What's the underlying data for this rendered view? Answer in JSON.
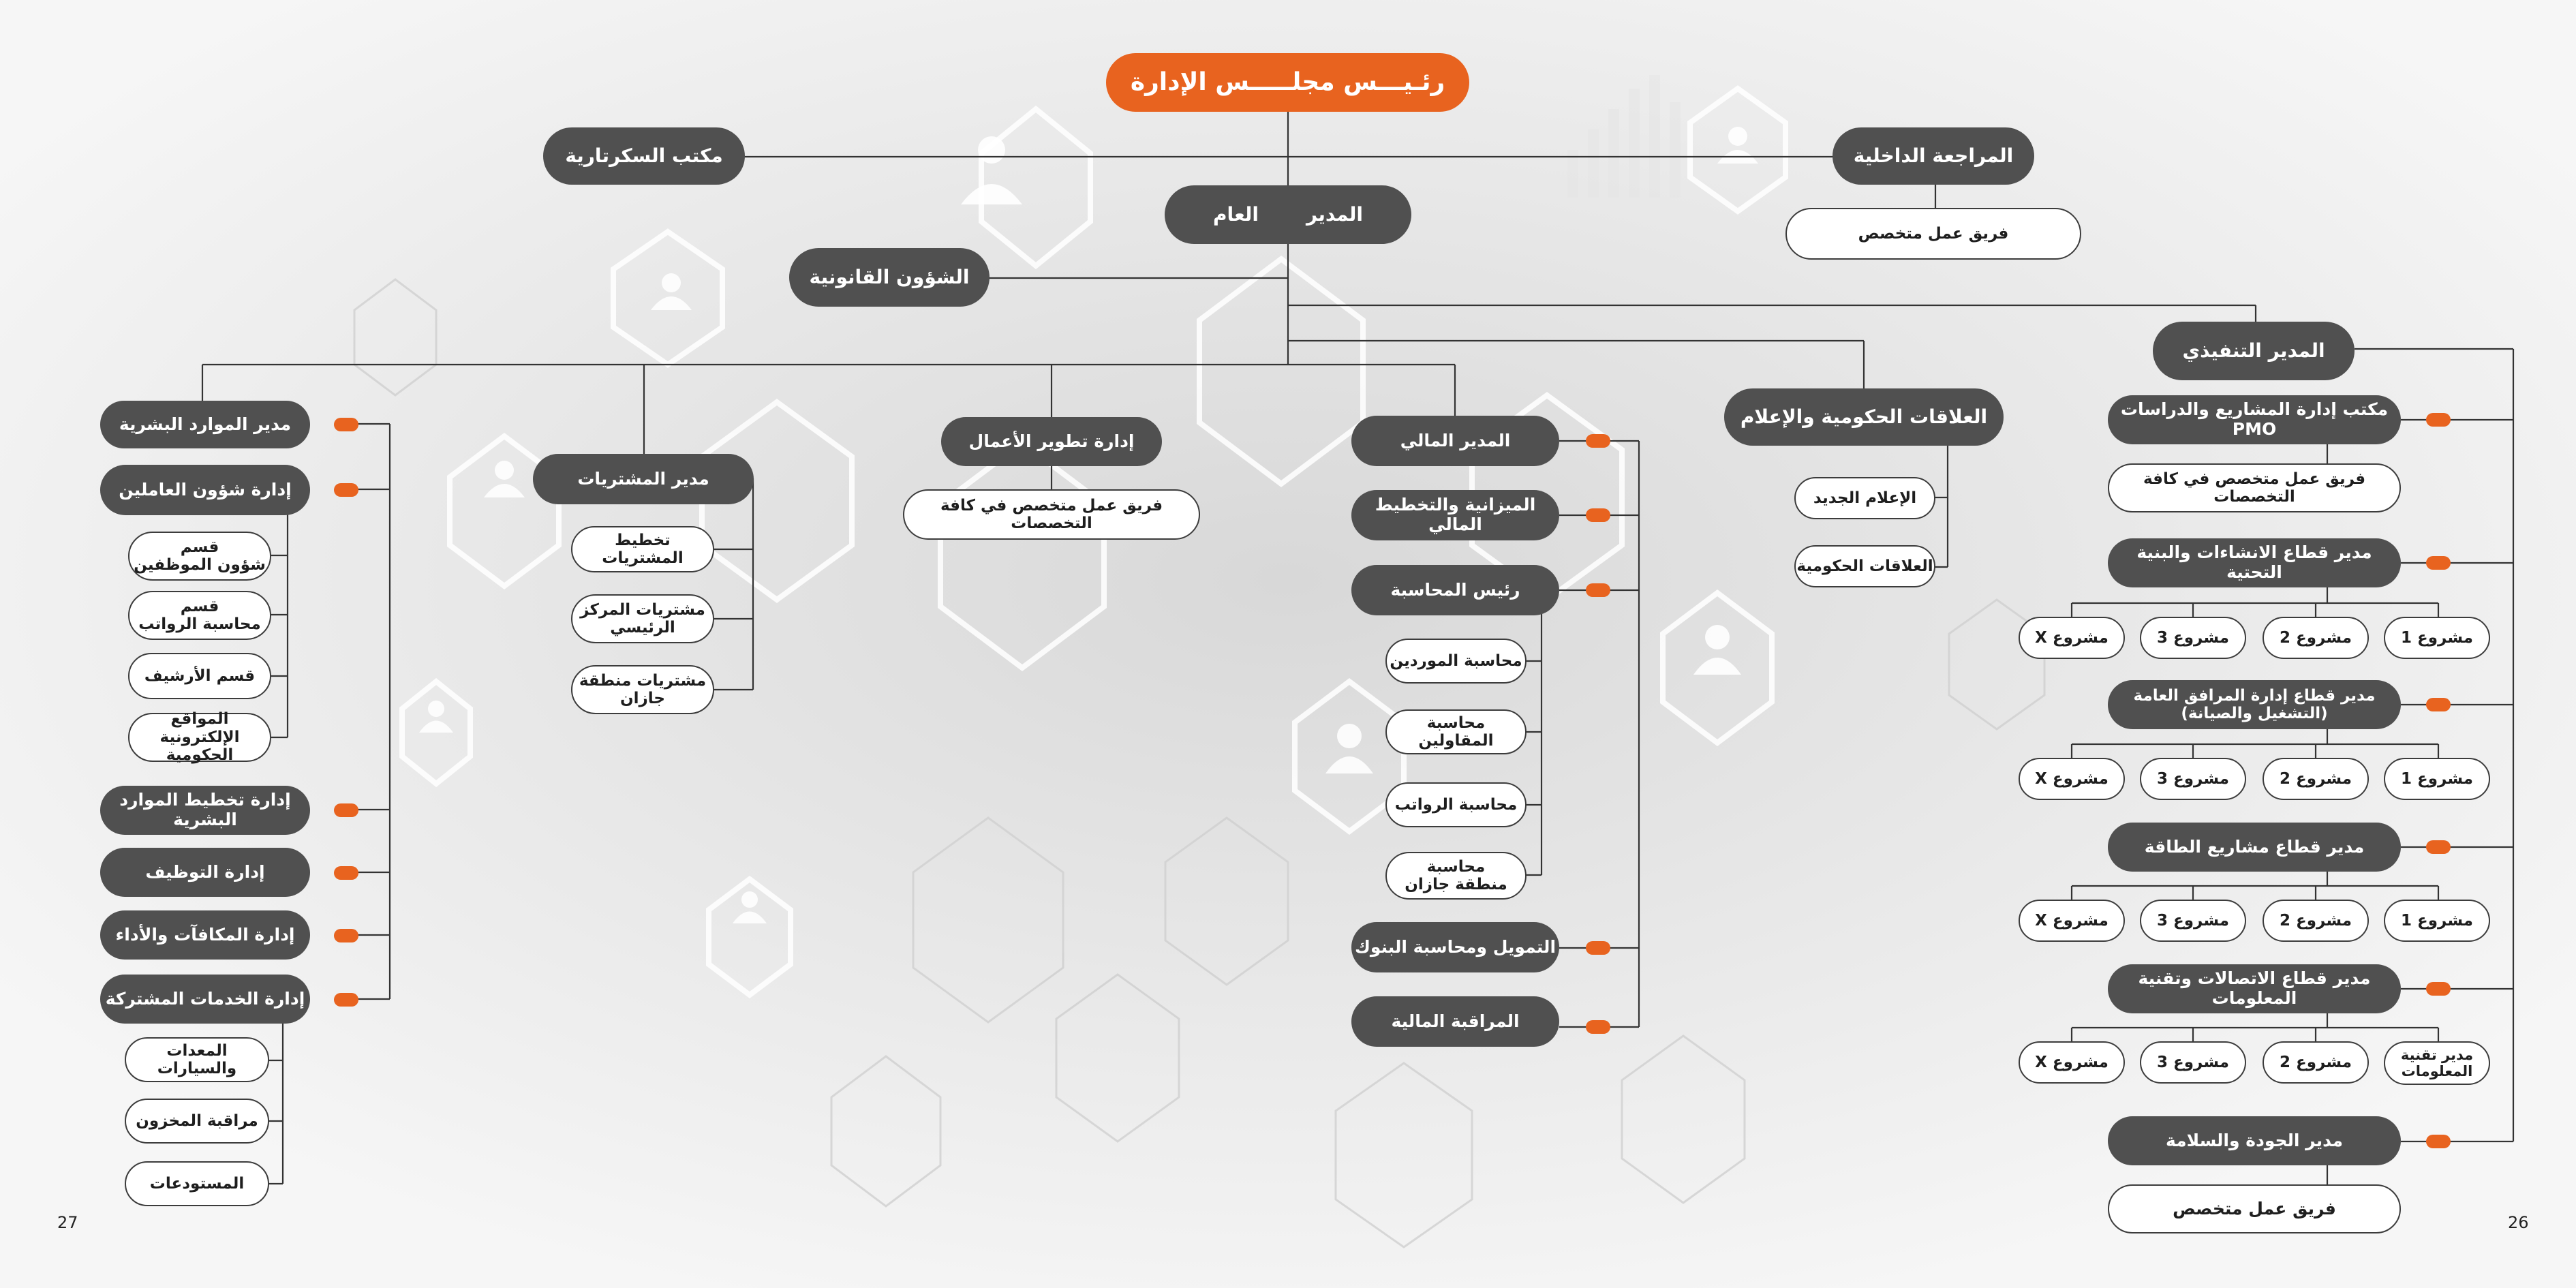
{
  "chairman": "رئـيـــس مجلـــــس الإدارة",
  "secretariat": "مكتب السكرتارية",
  "internal_audit": "المراجعة الداخلية",
  "internal_audit_team": "فريق عمل متخصص",
  "ceo_word1": "المدير",
  "ceo_word2": "العام",
  "legal": "الشؤون القانونية",
  "executive_director": "المدير التنفيذي",
  "hr": {
    "head": "مدير الموارد البشرية",
    "personnel": "إدارة شؤون العاملين",
    "personnel_subs": [
      "قسم\nشؤون الموظفين",
      "قسم\nمحاسبة الرواتب",
      "قسم  الأرشيف",
      "المواقع\nالإلكترونية الحكومية"
    ],
    "planning": "إدارة تخطيط الموارد البشرية",
    "recruitment": "إدارة التوظيف",
    "rewards": "إدارة المكافآت والأداء",
    "shared_services": "إدارة الخدمات المشتركة",
    "shared_subs": [
      "المعدات والسيارات",
      "مراقبة المخزون",
      "المستودعات"
    ]
  },
  "procurement": {
    "head": "مدير المشتريات",
    "subs": [
      "تخطيط المشتريات",
      "مشتريات المركز\nالرئيسي",
      "مشتريات منطقة\nجازان"
    ]
  },
  "business_dev": {
    "head": "إدارة تطوير الأعمال",
    "team": "فريق عمل متخصص في كافة التخصصات"
  },
  "finance": {
    "head": "المدير المالي",
    "budget": "الميزانية والتخطيط المالي",
    "chief_accountant": "رئيس المحاسبة",
    "accounting_subs": [
      "محاسبة الموردين",
      "محاسبة المقاولين",
      "محاسبة الرواتب",
      "محاسبة\nمنطقة جازان"
    ],
    "banking": "التمويل ومحاسبة البنوك",
    "control": "المراقبة المالية"
  },
  "gov_relations": {
    "head": "العلاقات الحكومية والإعلام",
    "subs": [
      "الإعلام الجديد",
      "العلاقات الحكومية"
    ]
  },
  "exec_units": {
    "pmo": "مكتب إدارة المشاريع والدراسات PMO",
    "pmo_team": "فريق عمل متخصص في كافة التخصصات",
    "construction": "مدير قطاع الانشاءات والبنية التحتية",
    "utilities": "مدير قطاع إدارة المرافق العامة\n(التشغيل والصيانة)",
    "energy": "مدير قطاع مشاريع الطاقة",
    "telecom": "مدير قطاع الاتصالات وتقنية المعلومات",
    "quality": "مدير الجودة والسلامة",
    "quality_team": "فريق عمل متخصص",
    "project_1": "مشروع 1",
    "project_2": "مشروع 2",
    "project_3": "مشروع 3",
    "project_x": "مشروع X",
    "it_manager": "مدير تقنية\nالمعلومات"
  },
  "page_left": "27",
  "page_right": "26",
  "colors": {
    "accent": "#e8631f",
    "box": "#505050",
    "line": "#333333"
  }
}
